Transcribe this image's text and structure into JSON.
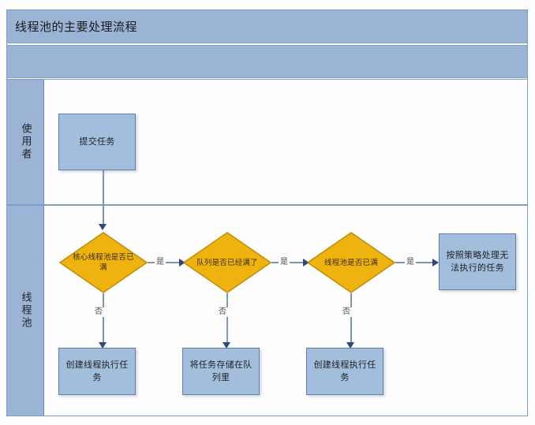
{
  "diagram": {
    "title": "线程池的主要处理流程",
    "type": "cross-functional-flowchart",
    "colors": {
      "band": "#9bb4d5",
      "process_fill": "#a3bedc",
      "process_border": "#5f7fa8",
      "decision_fill": "#efb310",
      "decision_border": "#c08c06",
      "connector": "#7d96b4",
      "arrowhead": "#2b4a77",
      "frame_border": "#6b87ae"
    },
    "header_row_label": ""
  },
  "lanes": [
    {
      "id": "user",
      "label": "使用者"
    },
    {
      "id": "pool",
      "label": "线程池"
    }
  ],
  "nodes": {
    "submit_task": {
      "label": "提交任务",
      "shape": "process",
      "lane": "user"
    },
    "core_pool_full": {
      "label": "核心线程池是否已满",
      "shape": "decision",
      "lane": "pool"
    },
    "queue_full": {
      "label": "队列是否已经满了",
      "shape": "decision",
      "lane": "pool"
    },
    "pool_full": {
      "label": "线程池是否已满",
      "shape": "decision",
      "lane": "pool"
    },
    "reject_policy": {
      "label": "按照策略处理无法执行的任务",
      "shape": "process",
      "lane": "pool"
    },
    "create_thread_1": {
      "label": "创建线程执行任务",
      "shape": "process",
      "lane": "pool"
    },
    "store_in_queue": {
      "label": "将任务存储在队列里",
      "shape": "process",
      "lane": "pool"
    },
    "create_thread_2": {
      "label": "创建线程执行任务",
      "shape": "process",
      "lane": "pool"
    }
  },
  "edges": {
    "yes_1": "是",
    "yes_2": "是",
    "yes_3": "是",
    "no_1": "否",
    "no_2": "否",
    "no_3": "否"
  }
}
